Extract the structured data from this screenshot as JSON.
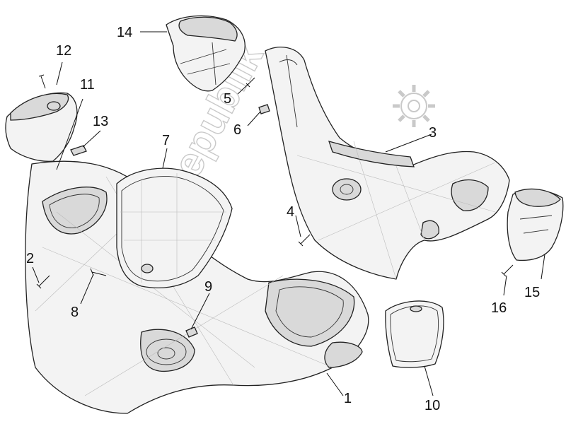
{
  "diagram": {
    "callouts": [
      {
        "id": "1",
        "label": "1"
      },
      {
        "id": "2",
        "label": "2"
      },
      {
        "id": "3",
        "label": "3"
      },
      {
        "id": "4",
        "label": "4"
      },
      {
        "id": "5",
        "label": "5"
      },
      {
        "id": "6",
        "label": "6"
      },
      {
        "id": "7",
        "label": "7"
      },
      {
        "id": "8",
        "label": "8"
      },
      {
        "id": "9",
        "label": "9"
      },
      {
        "id": "10",
        "label": "10"
      },
      {
        "id": "11",
        "label": "11"
      },
      {
        "id": "12",
        "label": "12"
      },
      {
        "id": "13",
        "label": "13"
      },
      {
        "id": "14",
        "label": "14"
      },
      {
        "id": "15",
        "label": "15"
      },
      {
        "id": "16",
        "label": "16"
      }
    ],
    "watermark": "PartsRepublik",
    "colors": {
      "line": "#222222",
      "fill": "#f3f3f3",
      "watermark": "#c9c9c9"
    }
  }
}
